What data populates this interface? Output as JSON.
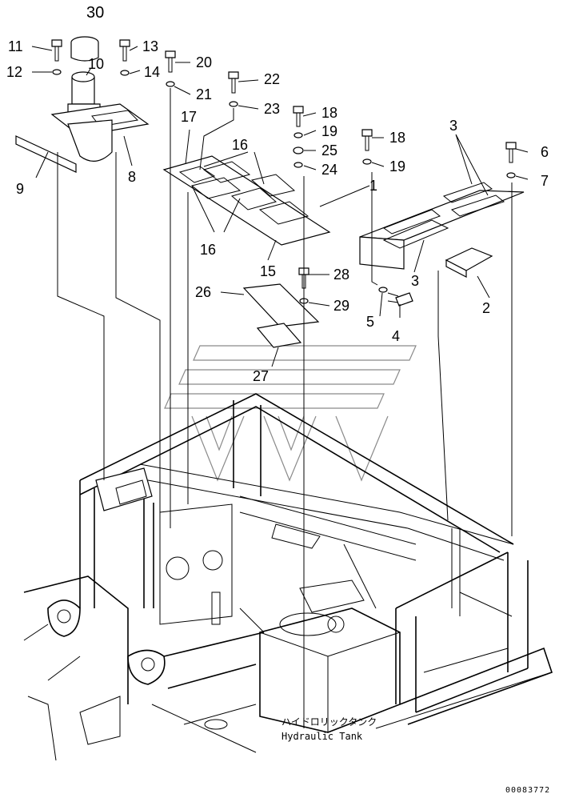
{
  "callouts": {
    "c30": "30",
    "c11": "11",
    "c13": "13",
    "c12": "12",
    "c10": "10",
    "c14": "14",
    "c20": "20",
    "c21": "21",
    "c22": "22",
    "c23": "23",
    "c17": "17",
    "c18a": "18",
    "c19a": "19",
    "c25": "25",
    "c24": "24",
    "c18b": "18",
    "c19b": "19",
    "c16a": "16",
    "c16b": "16",
    "c15": "15",
    "c1": "1",
    "c3a": "3",
    "c3b": "3",
    "c6": "6",
    "c7": "7",
    "c9": "9",
    "c8": "8",
    "c2": "2",
    "c5": "5",
    "c4": "4",
    "c28": "28",
    "c29": "29",
    "c26": "26",
    "c27": "27"
  },
  "caption": {
    "japanese": "ハイドロリックタンク",
    "english": "Hydraulic Tank"
  },
  "document_number": "00083772"
}
